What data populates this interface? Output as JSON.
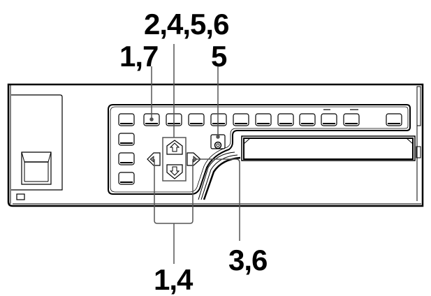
{
  "diagram": {
    "type": "device-front-panel",
    "callouts": [
      {
        "id": "c1",
        "label": "2,4,5,6",
        "target": "up-down-arrow-buttons"
      },
      {
        "id": "c2",
        "label": "1,7",
        "target": "second-top-button"
      },
      {
        "id": "c3",
        "label": "5",
        "target": "circle-button"
      },
      {
        "id": "c4",
        "label": "1,4",
        "target": "left-right-arrow-buttons"
      },
      {
        "id": "c5",
        "label": "3,6",
        "target": "cassette-slot"
      }
    ],
    "colors": {
      "line": "#000000",
      "leader": "#555555",
      "background": "#ffffff"
    }
  }
}
